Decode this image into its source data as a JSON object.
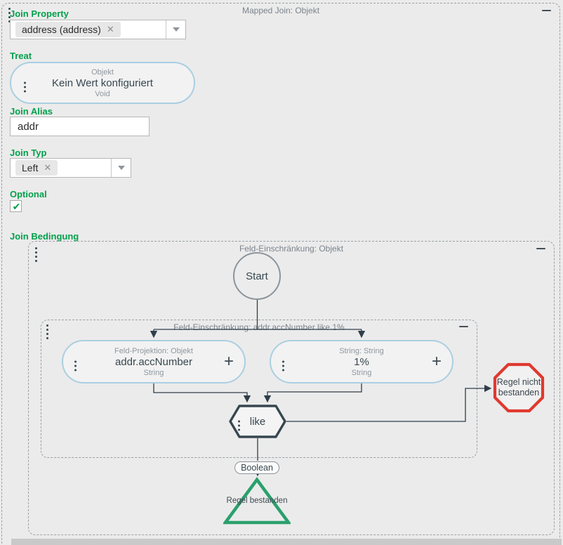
{
  "window": {
    "title": "Mapped Join: Objekt"
  },
  "form": {
    "join_property": {
      "label": "Join Property",
      "chip": "address (address)"
    },
    "treat": {
      "label": "Treat",
      "node": {
        "type": "Objekt",
        "value": "Kein Wert konfiguriert",
        "subtype": "Void"
      }
    },
    "join_alias": {
      "label": "Join Alias",
      "value": "addr"
    },
    "join_typ": {
      "label": "Join Typ",
      "chip": "Left"
    },
    "optional": {
      "label": "Optional",
      "checked": "true"
    },
    "join_bedingung": {
      "label": "Join Bedingung"
    }
  },
  "condition_panel": {
    "title": "Feld-Einschränkung: Objekt"
  },
  "flow": {
    "start_label": "Start",
    "restriction": {
      "title": "Feld-Einschränkung: addr.accNumber like 1%"
    },
    "field_projection": {
      "type": "Feld-Projektion: Objekt",
      "value": "addr.accNumber",
      "subtype": "String"
    },
    "string_literal": {
      "type": "String: String",
      "value": "1%",
      "subtype": "String"
    },
    "operator": "like",
    "output_type": "Boolean",
    "pass_label": "Regel bestanden",
    "fail_label": "Regel nicht bestanden"
  },
  "icons": {
    "remove": "✕",
    "check": "✔",
    "plus": "+"
  },
  "colors": {
    "accent_green": "#00a14b",
    "node_border_blue": "#aacfe2",
    "fail_red": "#e0392f",
    "pass_green": "#2aa06c",
    "line_dark": "#303e4a"
  }
}
